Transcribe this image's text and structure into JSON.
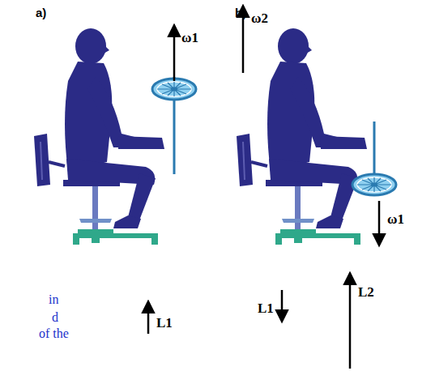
{
  "diagram": {
    "labels": [
      "a)",
      "ω1",
      "L1",
      "in",
      "d",
      "of the",
      "b)",
      "ω2",
      "ω1",
      "L1",
      "L2"
    ]
  }
}
